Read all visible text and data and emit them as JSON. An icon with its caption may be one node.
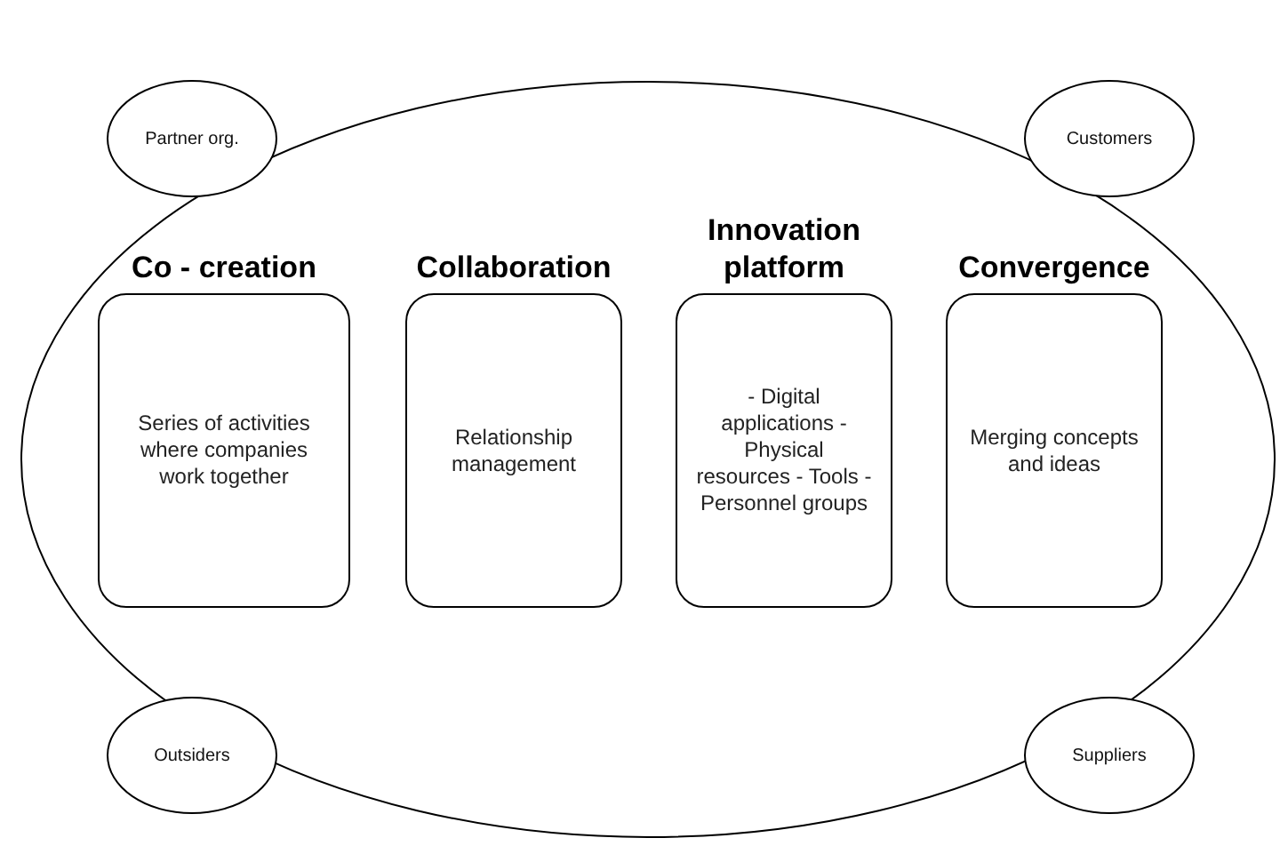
{
  "diagram": {
    "nodes": [
      {
        "text": [],
        "shape": "ellipse"
      },
      {
        "text": [
          "Partner org."
        ]
      },
      {
        "text": [
          "Customers"
        ]
      },
      {
        "text": [
          "Co - creation",
          "Series of activities where companies work together"
        ],
        "in": 0
      },
      {
        "text": [
          "Collaboration",
          "Relationship management"
        ],
        "in": 0
      },
      {
        "text": [
          "Innovation platform",
          "- Digital applications - Physical resources - Tools - Personnel groups"
        ],
        "in": 0
      },
      {
        "text": [
          "Convergence",
          "Merging concepts and ideas"
        ],
        "in": 0
      },
      {
        "text": [
          "Outsiders"
        ]
      },
      {
        "text": [
          "Suppliers"
        ]
      }
    ]
  }
}
